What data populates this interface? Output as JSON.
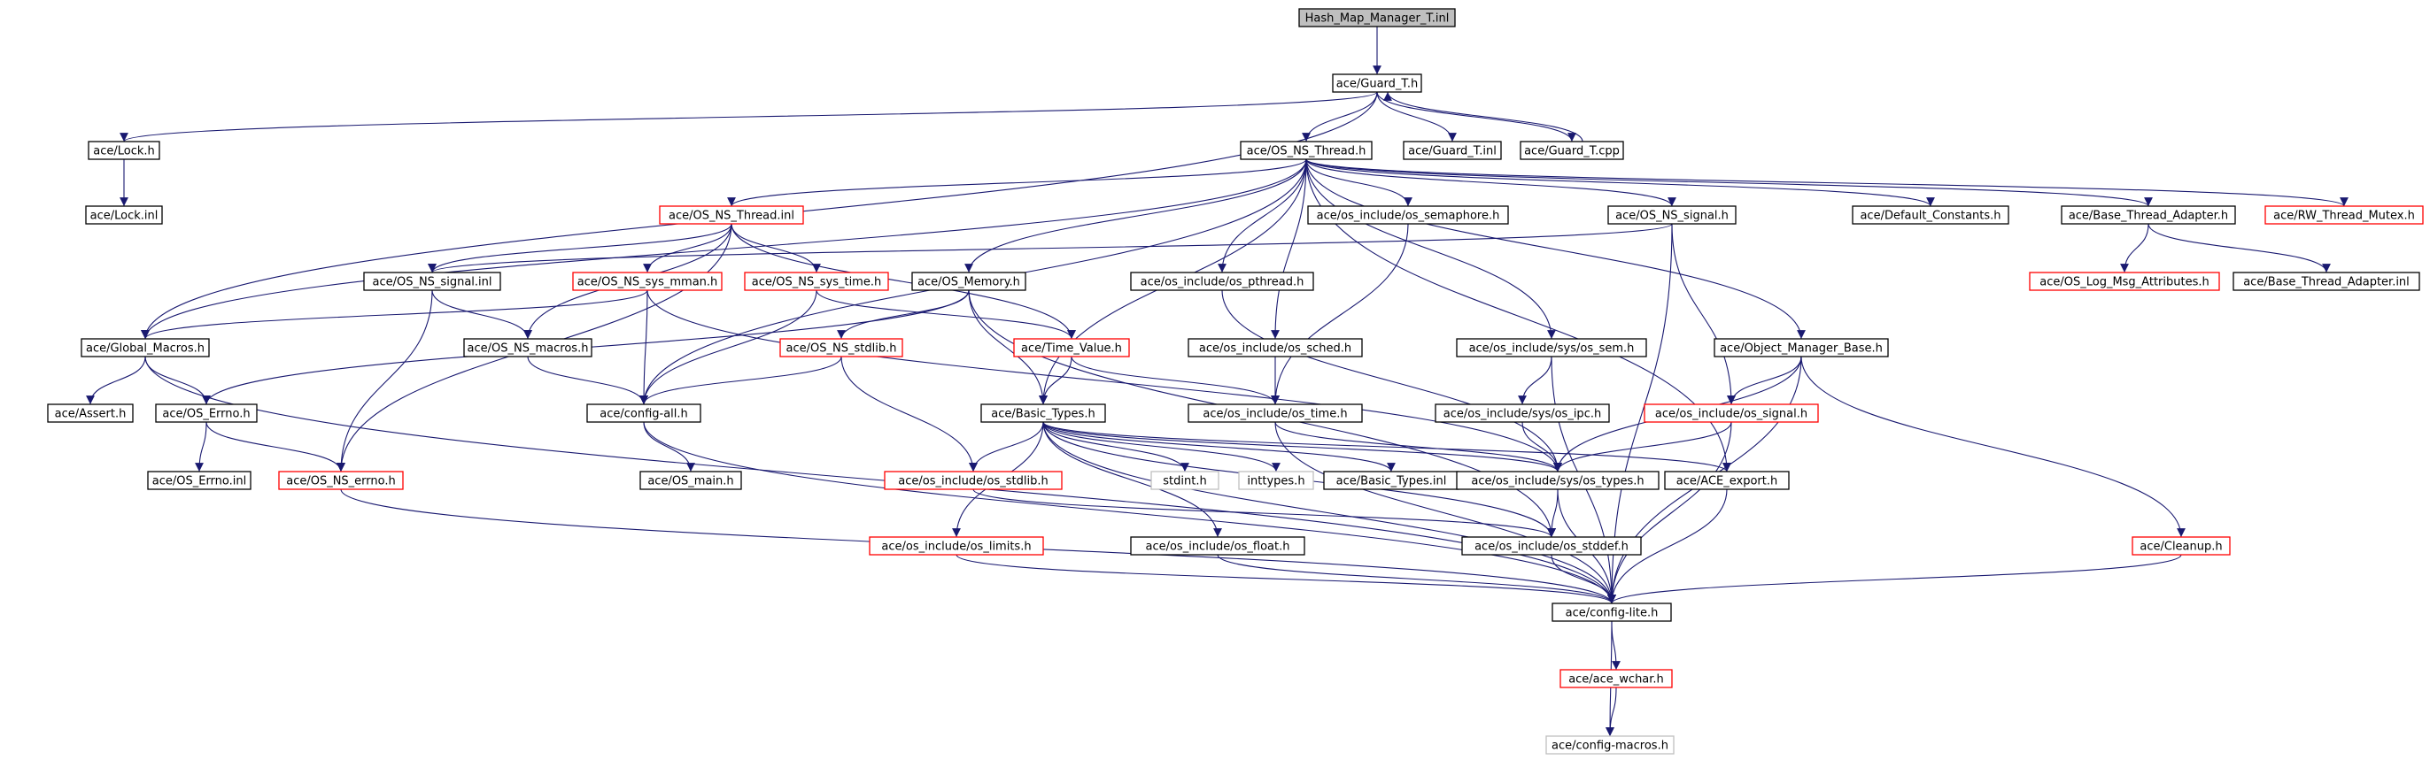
{
  "colors": {
    "edge": "#191970",
    "border_black": "#000000",
    "border_red": "#ff0000",
    "border_gray": "#bfbfbf",
    "root_fill": "#bfbfbf"
  },
  "nodes": [
    {
      "id": "root",
      "label": "Hash_Map_Manager_T.inl",
      "style": "root"
    },
    {
      "id": "guard_h",
      "label": "ace/Guard_T.h",
      "style": "black"
    },
    {
      "id": "lock_h",
      "label": "ace/Lock.h",
      "style": "black"
    },
    {
      "id": "lock_inl",
      "label": "ace/Lock.inl",
      "style": "black"
    },
    {
      "id": "os_ns_thread_h",
      "label": "ace/OS_NS_Thread.h",
      "style": "black"
    },
    {
      "id": "guard_inl",
      "label": "ace/Guard_T.inl",
      "style": "black"
    },
    {
      "id": "guard_cpp",
      "label": "ace/Guard_T.cpp",
      "style": "black"
    },
    {
      "id": "os_ns_thread_inl",
      "label": "ace/OS_NS_Thread.inl",
      "style": "red"
    },
    {
      "id": "os_semaphore",
      "label": "ace/os_include/os_semaphore.h",
      "style": "black"
    },
    {
      "id": "os_ns_signal_h",
      "label": "ace/OS_NS_signal.h",
      "style": "black"
    },
    {
      "id": "default_constants",
      "label": "ace/Default_Constants.h",
      "style": "black"
    },
    {
      "id": "base_thread_adapter_h",
      "label": "ace/Base_Thread_Adapter.h",
      "style": "black"
    },
    {
      "id": "rw_thread_mutex",
      "label": "ace/RW_Thread_Mutex.h",
      "style": "red"
    },
    {
      "id": "os_ns_signal_inl",
      "label": "ace/OS_NS_signal.inl",
      "style": "black"
    },
    {
      "id": "os_ns_sys_mman",
      "label": "ace/OS_NS_sys_mman.h",
      "style": "red"
    },
    {
      "id": "os_ns_sys_time",
      "label": "ace/OS_NS_sys_time.h",
      "style": "red"
    },
    {
      "id": "os_memory",
      "label": "ace/OS_Memory.h",
      "style": "black"
    },
    {
      "id": "os_pthread",
      "label": "ace/os_include/os_pthread.h",
      "style": "black"
    },
    {
      "id": "os_log_msg_attr",
      "label": "ace/OS_Log_Msg_Attributes.h",
      "style": "red"
    },
    {
      "id": "base_thread_adapter_inl",
      "label": "ace/Base_Thread_Adapter.inl",
      "style": "black"
    },
    {
      "id": "global_macros",
      "label": "ace/Global_Macros.h",
      "style": "black"
    },
    {
      "id": "os_ns_macros",
      "label": "ace/OS_NS_macros.h",
      "style": "black"
    },
    {
      "id": "os_ns_stdlib_h",
      "label": "ace/OS_NS_stdlib.h",
      "style": "red"
    },
    {
      "id": "time_value",
      "label": "ace/Time_Value.h",
      "style": "red"
    },
    {
      "id": "os_sched",
      "label": "ace/os_include/os_sched.h",
      "style": "black"
    },
    {
      "id": "os_sys_sem",
      "label": "ace/os_include/sys/os_sem.h",
      "style": "black"
    },
    {
      "id": "object_manager_base",
      "label": "ace/Object_Manager_Base.h",
      "style": "black"
    },
    {
      "id": "assert_h",
      "label": "ace/Assert.h",
      "style": "black"
    },
    {
      "id": "os_errno_h",
      "label": "ace/OS_Errno.h",
      "style": "black"
    },
    {
      "id": "config_all",
      "label": "ace/config-all.h",
      "style": "black"
    },
    {
      "id": "basic_types_h",
      "label": "ace/Basic_Types.h",
      "style": "black"
    },
    {
      "id": "os_time_h",
      "label": "ace/os_include/os_time.h",
      "style": "black"
    },
    {
      "id": "os_sys_ipc",
      "label": "ace/os_include/sys/os_ipc.h",
      "style": "black"
    },
    {
      "id": "os_signal_h",
      "label": "ace/os_include/os_signal.h",
      "style": "red"
    },
    {
      "id": "os_errno_inl",
      "label": "ace/OS_Errno.inl",
      "style": "black"
    },
    {
      "id": "os_ns_errno",
      "label": "ace/OS_NS_errno.h",
      "style": "red"
    },
    {
      "id": "os_main",
      "label": "ace/OS_main.h",
      "style": "black"
    },
    {
      "id": "os_stdlib_inc",
      "label": "ace/os_include/os_stdlib.h",
      "style": "red"
    },
    {
      "id": "stdint_h",
      "label": "stdint.h",
      "style": "gray"
    },
    {
      "id": "inttypes_h",
      "label": "inttypes.h",
      "style": "gray"
    },
    {
      "id": "basic_types_inl",
      "label": "ace/Basic_Types.inl",
      "style": "black"
    },
    {
      "id": "os_sys_types",
      "label": "ace/os_include/sys/os_types.h",
      "style": "black"
    },
    {
      "id": "ace_export",
      "label": "ace/ACE_export.h",
      "style": "black"
    },
    {
      "id": "os_limits",
      "label": "ace/os_include/os_limits.h",
      "style": "red"
    },
    {
      "id": "os_float",
      "label": "ace/os_include/os_float.h",
      "style": "black"
    },
    {
      "id": "os_stddef",
      "label": "ace/os_include/os_stddef.h",
      "style": "black"
    },
    {
      "id": "cleanup_h",
      "label": "ace/Cleanup.h",
      "style": "red"
    },
    {
      "id": "config_lite",
      "label": "ace/config-lite.h",
      "style": "black"
    },
    {
      "id": "ace_wchar",
      "label": "ace/ace_wchar.h",
      "style": "red"
    },
    {
      "id": "config_macros",
      "label": "ace/config-macros.h",
      "style": "gray"
    }
  ],
  "edges": [
    [
      "root",
      "guard_h"
    ],
    [
      "guard_h",
      "lock_h"
    ],
    [
      "guard_h",
      "os_ns_thread_h"
    ],
    [
      "guard_h",
      "guard_inl"
    ],
    [
      "guard_h",
      "guard_cpp"
    ],
    [
      "guard_h",
      "global_macros"
    ],
    [
      "guard_cpp",
      "guard_h"
    ],
    [
      "lock_h",
      "lock_inl"
    ],
    [
      "os_ns_thread_h",
      "os_ns_thread_inl"
    ],
    [
      "os_ns_thread_h",
      "os_semaphore"
    ],
    [
      "os_ns_thread_h",
      "os_ns_signal_h"
    ],
    [
      "os_ns_thread_h",
      "default_constants"
    ],
    [
      "os_ns_thread_h",
      "base_thread_adapter_h"
    ],
    [
      "os_ns_thread_h",
      "rw_thread_mutex"
    ],
    [
      "os_ns_thread_h",
      "os_memory"
    ],
    [
      "os_ns_thread_h",
      "os_pthread"
    ],
    [
      "os_ns_thread_h",
      "os_sched"
    ],
    [
      "os_ns_thread_h",
      "os_sys_sem"
    ],
    [
      "os_ns_thread_h",
      "object_manager_base"
    ],
    [
      "os_ns_thread_h",
      "global_macros"
    ],
    [
      "os_ns_thread_h",
      "config_all"
    ],
    [
      "os_ns_thread_h",
      "basic_types_h"
    ],
    [
      "os_ns_thread_h",
      "ace_export"
    ],
    [
      "os_ns_thread_inl",
      "os_ns_signal_inl"
    ],
    [
      "os_ns_thread_inl",
      "os_ns_sys_mman"
    ],
    [
      "os_ns_thread_inl",
      "os_ns_sys_time"
    ],
    [
      "os_ns_thread_inl",
      "os_ns_macros"
    ],
    [
      "os_ns_thread_inl",
      "time_value"
    ],
    [
      "os_ns_thread_inl",
      "os_ns_errno"
    ],
    [
      "os_semaphore",
      "os_time_h"
    ],
    [
      "os_ns_signal_h",
      "os_signal_h"
    ],
    [
      "os_ns_signal_h",
      "config_lite"
    ],
    [
      "os_ns_signal_h",
      "os_ns_signal_inl"
    ],
    [
      "base_thread_adapter_h",
      "os_log_msg_attr"
    ],
    [
      "base_thread_adapter_h",
      "base_thread_adapter_inl"
    ],
    [
      "os_ns_signal_inl",
      "os_ns_macros"
    ],
    [
      "os_ns_signal_inl",
      "os_ns_errno"
    ],
    [
      "os_ns_sys_mman",
      "global_macros"
    ],
    [
      "os_ns_sys_mman",
      "config_all"
    ],
    [
      "os_ns_sys_mman",
      "os_sys_types"
    ],
    [
      "os_ns_sys_time",
      "time_value"
    ],
    [
      "os_ns_sys_time",
      "config_all"
    ],
    [
      "os_memory",
      "os_ns_stdlib_h"
    ],
    [
      "os_memory",
      "basic_types_h"
    ],
    [
      "os_memory",
      "os_errno_h"
    ],
    [
      "os_memory",
      "os_stddef"
    ],
    [
      "os_pthread",
      "os_sys_types"
    ],
    [
      "global_macros",
      "assert_h"
    ],
    [
      "global_macros",
      "os_errno_h"
    ],
    [
      "global_macros",
      "config_lite"
    ],
    [
      "os_ns_macros",
      "config_all"
    ],
    [
      "os_ns_stdlib_h",
      "config_all"
    ],
    [
      "os_ns_stdlib_h",
      "os_stdlib_inc"
    ],
    [
      "time_value",
      "basic_types_h"
    ],
    [
      "time_value",
      "os_time_h"
    ],
    [
      "os_sched",
      "os_time_h"
    ],
    [
      "os_sys_sem",
      "os_sys_ipc"
    ],
    [
      "os_sys_sem",
      "config_lite"
    ],
    [
      "object_manager_base",
      "os_signal_h"
    ],
    [
      "object_manager_base",
      "cleanup_h"
    ],
    [
      "object_manager_base",
      "config_lite"
    ],
    [
      "object_manager_base",
      "os_sys_types"
    ],
    [
      "os_errno_h",
      "os_errno_inl"
    ],
    [
      "os_errno_h",
      "os_ns_errno"
    ],
    [
      "config_all",
      "os_main"
    ],
    [
      "config_all",
      "config_lite"
    ],
    [
      "basic_types_h",
      "os_stdlib_inc"
    ],
    [
      "basic_types_h",
      "stdint_h"
    ],
    [
      "basic_types_h",
      "inttypes_h"
    ],
    [
      "basic_types_h",
      "basic_types_inl"
    ],
    [
      "basic_types_h",
      "os_sys_types"
    ],
    [
      "basic_types_h",
      "ace_export"
    ],
    [
      "basic_types_h",
      "os_limits"
    ],
    [
      "basic_types_h",
      "os_float"
    ],
    [
      "basic_types_h",
      "os_stddef"
    ],
    [
      "basic_types_h",
      "config_lite"
    ],
    [
      "os_time_h",
      "os_sys_types"
    ],
    [
      "os_time_h",
      "config_lite"
    ],
    [
      "os_sys_ipc",
      "os_sys_types"
    ],
    [
      "os_signal_h",
      "os_sys_types"
    ],
    [
      "os_signal_h",
      "config_lite"
    ],
    [
      "os_ns_errno",
      "config_lite"
    ],
    [
      "os_stdlib_inc",
      "os_stddef"
    ],
    [
      "os_sys_types",
      "os_stddef"
    ],
    [
      "os_sys_types",
      "config_lite"
    ],
    [
      "ace_export",
      "config_lite"
    ],
    [
      "os_limits",
      "config_lite"
    ],
    [
      "os_float",
      "config_lite"
    ],
    [
      "os_stddef",
      "config_lite"
    ],
    [
      "cleanup_h",
      "config_lite"
    ],
    [
      "config_lite",
      "ace_wchar"
    ],
    [
      "config_lite",
      "config_macros"
    ],
    [
      "ace_wchar",
      "config_macros"
    ]
  ]
}
